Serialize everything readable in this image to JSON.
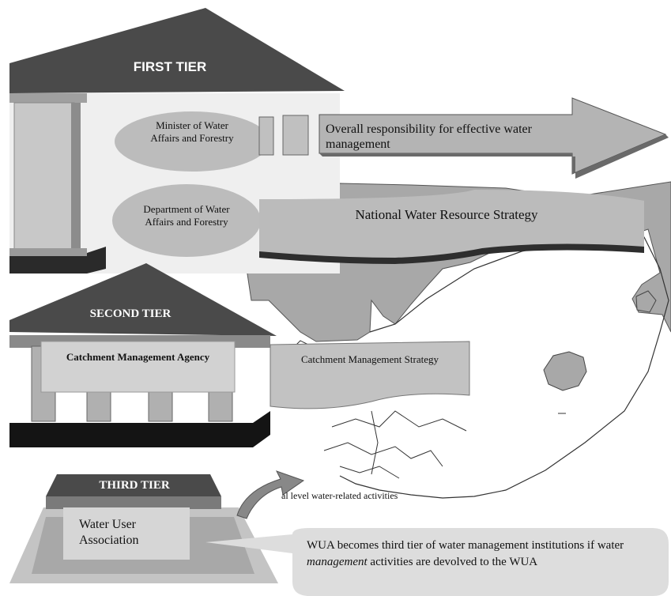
{
  "first_tier": {
    "title": "FIRST TIER",
    "minister": "Minister of Water Affairs and Forestry",
    "department": "Department of Water Affairs and Forestry",
    "arrow_text": "Overall responsibility for effective water management",
    "banner_text": "National Water Resource Strategy"
  },
  "second_tier": {
    "title": "SECOND TIER",
    "agency": "Catchment Management Agency",
    "banner_text": "Catchment Management Strategy"
  },
  "third_tier": {
    "title": "THIRD TIER",
    "association": "Water User Association",
    "activities_text": "al level water-related activities",
    "callout_prefix": "WUA becomes third tier of water management institutions if water ",
    "callout_emphasis": "management",
    "callout_suffix": " activities are devolved to the WUA"
  },
  "colors": {
    "roof_dark": "#4a4a4a",
    "stone_light": "#c8c8c8",
    "map_grey": "#a8a8a8",
    "ellipse_grey": "#bcbcbc",
    "black_base": "#141414"
  }
}
